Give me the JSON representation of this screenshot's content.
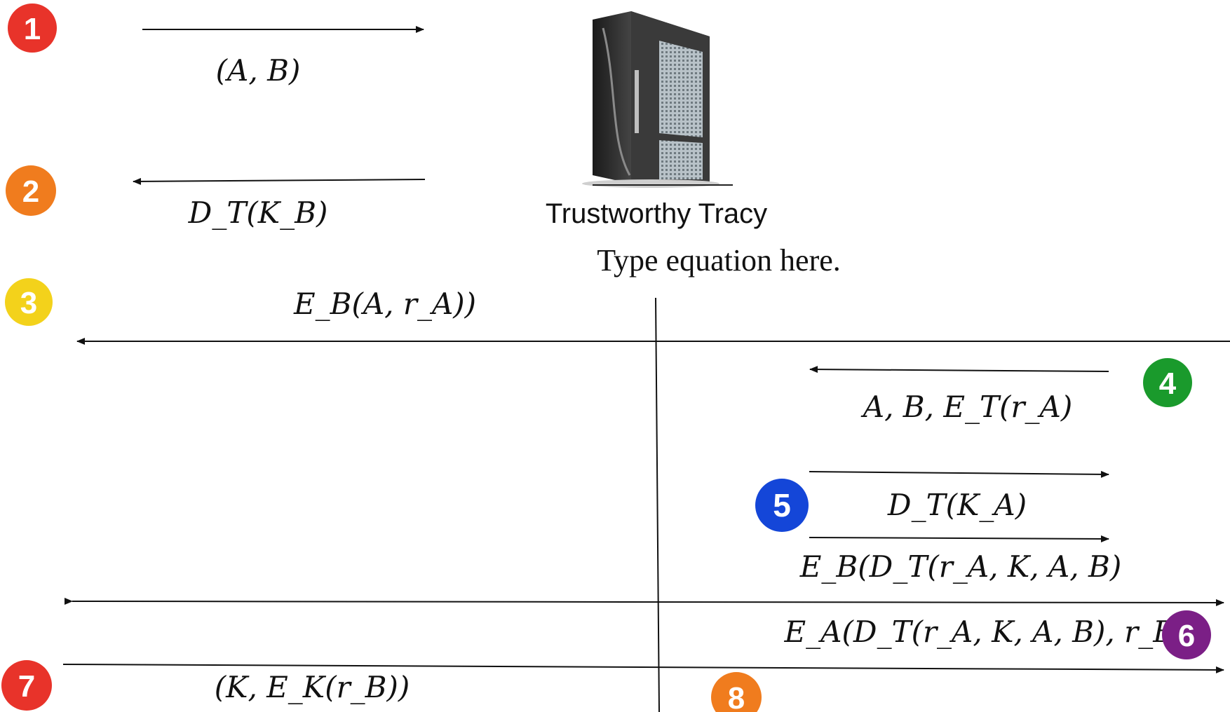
{
  "server_label": "Trustworthy Tracy",
  "placeholder_text": "Type equation here.",
  "steps": [
    {
      "num": "1",
      "color": "#e8332a",
      "message": "(A, B)"
    },
    {
      "num": "2",
      "color": "#f07c1e",
      "message": "D_T(K_B)"
    },
    {
      "num": "3",
      "color": "#f3d21b",
      "message": "E_B(A, r_A))"
    },
    {
      "num": "4",
      "color": "#1a9a2c",
      "message": "A, B, E_T(r_A)"
    },
    {
      "num": "5",
      "color": "#1446d8",
      "messages": [
        "D_T(K_A)",
        "E_B(D_T(r_A, K, A, B)"
      ]
    },
    {
      "num": "6",
      "color": "#7b1f86",
      "message": "E_A(D_T(r_A, K, A, B), r_B)"
    },
    {
      "num": "7",
      "color": "#e8332a",
      "message": "(K, E_K(r_B))"
    },
    {
      "num": "8",
      "color": "#f07c1e"
    }
  ]
}
